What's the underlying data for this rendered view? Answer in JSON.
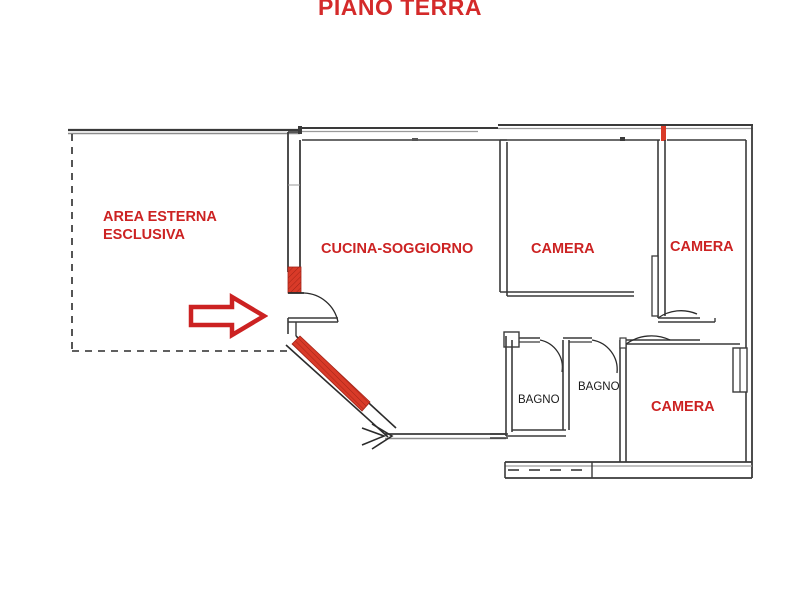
{
  "plan": {
    "title": "PIANO TERRA",
    "title_color": "#d42a2a",
    "background_color": "#ffffff",
    "wall_color": "#262626",
    "accent_color": "#cc2222",
    "door_mark_color": "#d93a28"
  },
  "rooms": [
    {
      "id": "area-esterna",
      "label_line1": "AREA ESTERNA",
      "label_line2": "ESCLUSIVA",
      "label_color": "#cc2222"
    },
    {
      "id": "cucina-soggiorno",
      "label": "CUCINA-SOGGIORNO",
      "label_color": "#cc2222"
    },
    {
      "id": "camera-1",
      "label": "CAMERA",
      "label_color": "#cc2222"
    },
    {
      "id": "camera-2",
      "label": "CAMERA",
      "label_color": "#cc2222"
    },
    {
      "id": "camera-3",
      "label": "CAMERA",
      "label_color": "#cc2222"
    },
    {
      "id": "bagno-1",
      "label": "BAGNO",
      "label_color": "#1a1a1a"
    },
    {
      "id": "bagno-2",
      "label": "BAGNO",
      "label_color": "#1a1a1a"
    }
  ],
  "annotations": {
    "entrance_arrow": "entrance-arrow",
    "entrance_arrow_color": "#cc2222"
  }
}
